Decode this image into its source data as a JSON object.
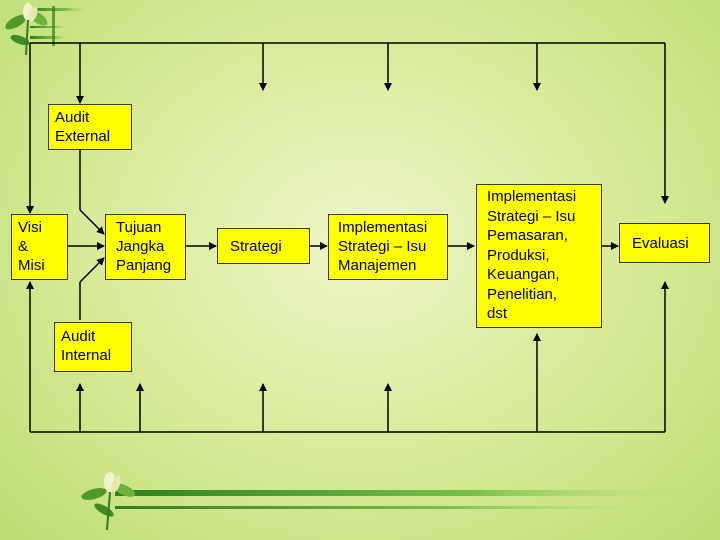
{
  "nodes": {
    "audit_external": {
      "line1": "Audit",
      "line2": "External"
    },
    "visi_misi": {
      "line1": "Visi",
      "line2": "&",
      "line3": "Misi"
    },
    "tujuan": {
      "line1": "Tujuan",
      "line2": "Jangka",
      "line3": "Panjang"
    },
    "audit_internal": {
      "line1": "Audit",
      "line2": "Internal"
    },
    "strategi": {
      "line1": "Strategi"
    },
    "impl_manajemen": {
      "line1": "Implementasi",
      "line2": "Strategi – Isu",
      "line3": "Manajemen"
    },
    "impl_fungsional": {
      "line1": "Implementasi",
      "line2": "Strategi – Isu",
      "line3": "Pemasaran,",
      "line4": "Produksi,",
      "line5": "Keuangan,",
      "line6": "Penelitian,",
      "line7": "dst"
    },
    "evaluasi": {
      "line1": "Evaluasi"
    }
  },
  "colors": {
    "box_fill": "#ffff00",
    "line": "#000000",
    "leaf_green": "#4f9a2a",
    "flower": "#f2f2c8"
  },
  "icons": [
    "leaf-flower-icon",
    "leaf-flower-icon"
  ]
}
